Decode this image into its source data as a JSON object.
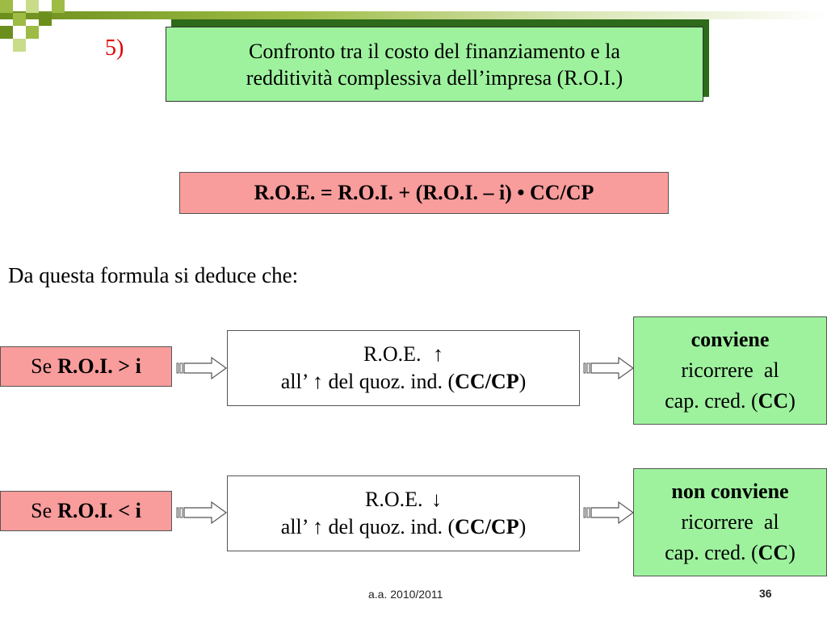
{
  "slide": {
    "number_label": "5)",
    "title_line1": "Confronto tra il costo del finanziamento e la",
    "title_line2": "redditività complessiva dell’impresa (R.O.I.)",
    "formula": "R.O.E. = R.O.I. + (R.O.I. – i) • CC/CP",
    "intro": "Da questa formula si deduce che:"
  },
  "rows": [
    {
      "se_prefix": "Se",
      "se_condition": "R.O.I. > i",
      "roe_label": "R.O.E.",
      "roe_arrow": "↑",
      "line2_prefix": "all’",
      "line2_arrow": "↑",
      "line2_text": "del quoz. ind. (",
      "line2_bold": "CC/CP",
      "line2_close": ")",
      "result_bold": "conviene",
      "result_line2": "ricorrere  al",
      "result_line3_prefix": "cap. cred. (",
      "result_line3_bold": "CC",
      "result_line3_close": ")"
    },
    {
      "se_prefix": "Se",
      "se_condition": "R.O.I. < i",
      "roe_label": "R.O.E.",
      "roe_arrow": "↓",
      "line2_prefix": "all’",
      "line2_arrow": "↑",
      "line2_text": "del quoz. ind. (",
      "line2_bold": "CC/CP",
      "line2_close": ")",
      "result_bold": "non conviene",
      "result_line2": "ricorrere  al",
      "result_line3_prefix": "cap. cred. (",
      "result_line3_bold": "CC",
      "result_line3_close": ")"
    }
  ],
  "footer": {
    "academic_year": "a.a. 2010/2011",
    "page": "36"
  },
  "colors": {
    "title_fill": "#9ef29e",
    "formula_fill": "#f99c9c",
    "accent_green": "#6c8e1c",
    "number_red": "#e00000"
  }
}
